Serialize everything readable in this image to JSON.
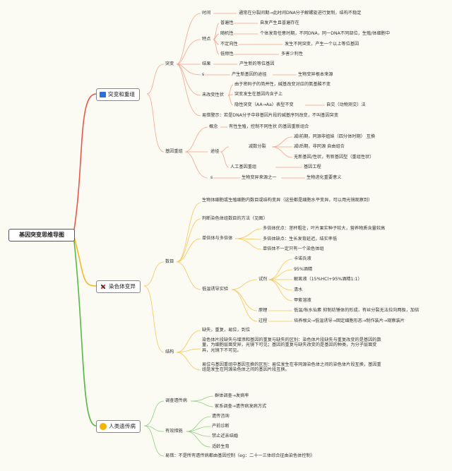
{
  "root": "基因突变思维导图",
  "b1": {
    "title": "突变和重组",
    "icon": "flag-icon",
    "mut": {
      "label": "突变",
      "time": {
        "label": "时间",
        "text": "通常在分裂间期→此时间DNA分子解螺旋进行复制，结构不稳定"
      },
      "feat": {
        "label": "特点",
        "items": [
          {
            "k": "普遍性",
            "v": "自发产生且普遍存在"
          },
          {
            "k": "随机性",
            "v": "个体发育任意时期，不同DNA，同一DNA不同部位，生殖/体细胞中"
          },
          {
            "k": "不定向性",
            "v": "发生不同突变，产生一个以上等位基因"
          },
          {
            "k": "低频性",
            "v": ""
          },
          {
            "k": "",
            "v": "多害少利性"
          }
        ]
      },
      "result": {
        "label": "结果",
        "text": "产生新的等位基因"
      },
      "meaning": {
        "label": "s",
        "a": "产生新基因的途径",
        "b": "生物变异根本来源"
      },
      "notshown": {
        "label": "未改变性状",
        "items": [
          "由于密码子的简并性，碱基改变对应的氨基酸不变",
          "突变发生在基因内含子上",
          "隐性突变（AA→Aa）表型不变"
        ],
        "extra": "自交（动物测交）法"
      },
      "warn": "易错警示：若是DNA分子中非基因片段的碱基序列改变，不叫基因突变"
    },
    "recomb": {
      "label": "基因重组",
      "concept": {
        "label": "概念",
        "text": "有性生殖，控制不同性状 的基因重新组合"
      },
      "route": {
        "label": "途径",
        "meiosis": "减数分裂",
        "items": [
          "减I前期，同源非姐妹（四分体时期） 互换",
          "减I后期，非同源 自由组合",
          "无新基因/性状，有新基因型（重组性状）"
        ],
        "artificial": "人工基因重组",
        "engineering": "基因工程"
      },
      "s": {
        "label": "s",
        "a": "生物变异来源之一",
        "b": "生物进化重要意义"
      }
    }
  },
  "b2": {
    "title": "染色体变异",
    "icon": "dna-icon",
    "top1": "生物体细胞或生殖细胞内数目或结构变异（这些都是细胞水平变异，可以用光镜观察到）",
    "top2": "判断染色体组数目的方法（见图）",
    "num": {
      "label": "数目",
      "poly": {
        "label": "单倍体与多倍体",
        "items": [
          "多倍体优点：茎秆粗壮，叶片果实种子较大，营养物质含量较高",
          "多倍体缺点：生长发育延迟，结实率低",
          "单倍体不一定只有一个染色体组"
        ]
      },
      "exp": {
        "label": "低温诱导实验",
        "reagent": {
          "label": "试剂",
          "items": [
            "卡诺氏液",
            "95%酒精",
            "解离液（15%HCl+95%酒精1:1）",
            "清水",
            "甲紫溶液"
          ]
        },
        "principle": {
          "label": "原理",
          "text": "低温/秋水仙素 抑制纺锤体的形成，有丝分裂无法拉向两极，加倍"
        },
        "process": {
          "label": "过程",
          "text": "培养根尖→低温诱导→固定细胞形态→制作装片→观察装片"
        }
      }
    },
    "struct": {
      "label": "结构",
      "items": [
        "缺失，重复，易位，到位",
        "染色体片段缺失与增添和基因的重复与缺失的区别：染色体片段缺失与重复改变的是基因的数量，为细胞层面变异，光镜下可见；基因的重复与缺失改变的是基因的种类，为分子层面变异，光镜下不可见。",
        "易位与基因重组中基因互换的区别：易位发生在非同源染色体之间的染色体片段互换，基因重组是发生在同源染色体之间的基因片段互换。"
      ]
    }
  },
  "b3": {
    "title": "人类遗传病",
    "icon": "human-icon",
    "survey": {
      "label": "调查遗传病",
      "items": [
        "群体调查→发病率",
        "家系调查→遗传病发病方式"
      ]
    },
    "measures": {
      "label": "有效措施",
      "items": [
        "遗传咨询",
        "产前诊断",
        "禁止近亲结婚",
        "适龄生育"
      ]
    },
    "err": "易错：不是所有遗传病都由基因控制（eg：二十一三体综合征由染色体控制）"
  },
  "colors": {
    "b1": "#e8574c",
    "b2": "#f5b82e",
    "b3": "#57b847",
    "sub": "#f0a090"
  }
}
